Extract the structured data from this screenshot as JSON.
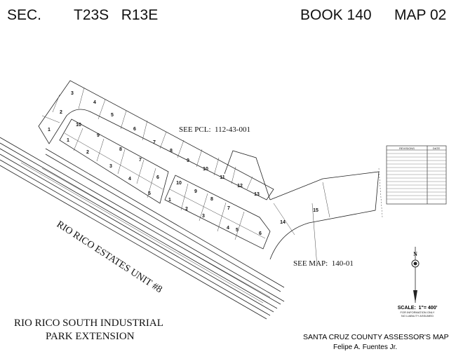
{
  "header": {
    "sec": "SEC.",
    "township_range": "T23S   R13E",
    "book": "BOOK 140",
    "map": "MAP 02"
  },
  "references": {
    "see_pcl": "SEE PCL:  112-43-001",
    "see_map": "SEE MAP:  140-01"
  },
  "subdivision_label": "RIO RICO ESTATES UNIT #8",
  "title_block": {
    "line1": "RIO RICO SOUTH INDUSTRIAL",
    "line2": "PARK EXTENSION"
  },
  "assessor": {
    "title": "SANTA CRUZ COUNTY ASSESSOR'S MAP",
    "name": "Felipe A. Fuentes Jr."
  },
  "scale": {
    "label": "SCALE:  1\"= 400'",
    "note1": "FOR INFORMATION ONLY",
    "note2": "NO LIABILITY ASSUMED"
  },
  "north_arrow": {
    "letter": "N",
    "icon": "north-arrow-icon"
  },
  "revisions_table": {
    "col1": "REVISIONS",
    "col2": "DATE"
  },
  "lots": {
    "north_row": [
      "3",
      "2",
      "1",
      "4",
      "5",
      "6",
      "7",
      "8",
      "9",
      "10",
      "11",
      "12",
      "13",
      "14",
      "15"
    ],
    "block_a": [
      "10",
      "9",
      "1",
      "2",
      "8",
      "7",
      "3",
      "4",
      "6",
      "5"
    ],
    "block_b": [
      "10",
      "9",
      "1",
      "2",
      "8",
      "3",
      "7",
      "4",
      "5",
      "6"
    ]
  }
}
